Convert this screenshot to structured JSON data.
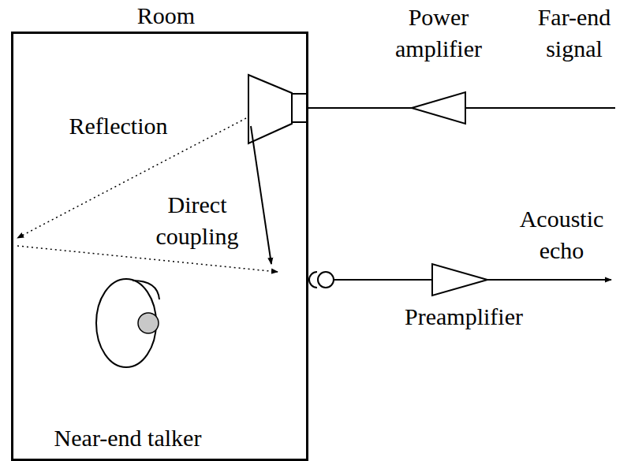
{
  "diagram": {
    "nodes": [
      {
        "text": [
          "Room"
        ]
      }
    ],
    "labels": [
      "Power amplifier",
      "Far-end signal",
      "Reflection",
      "Direct coupling",
      "Acoustic echo",
      "Preamplifier",
      "Near-end talker"
    ]
  }
}
